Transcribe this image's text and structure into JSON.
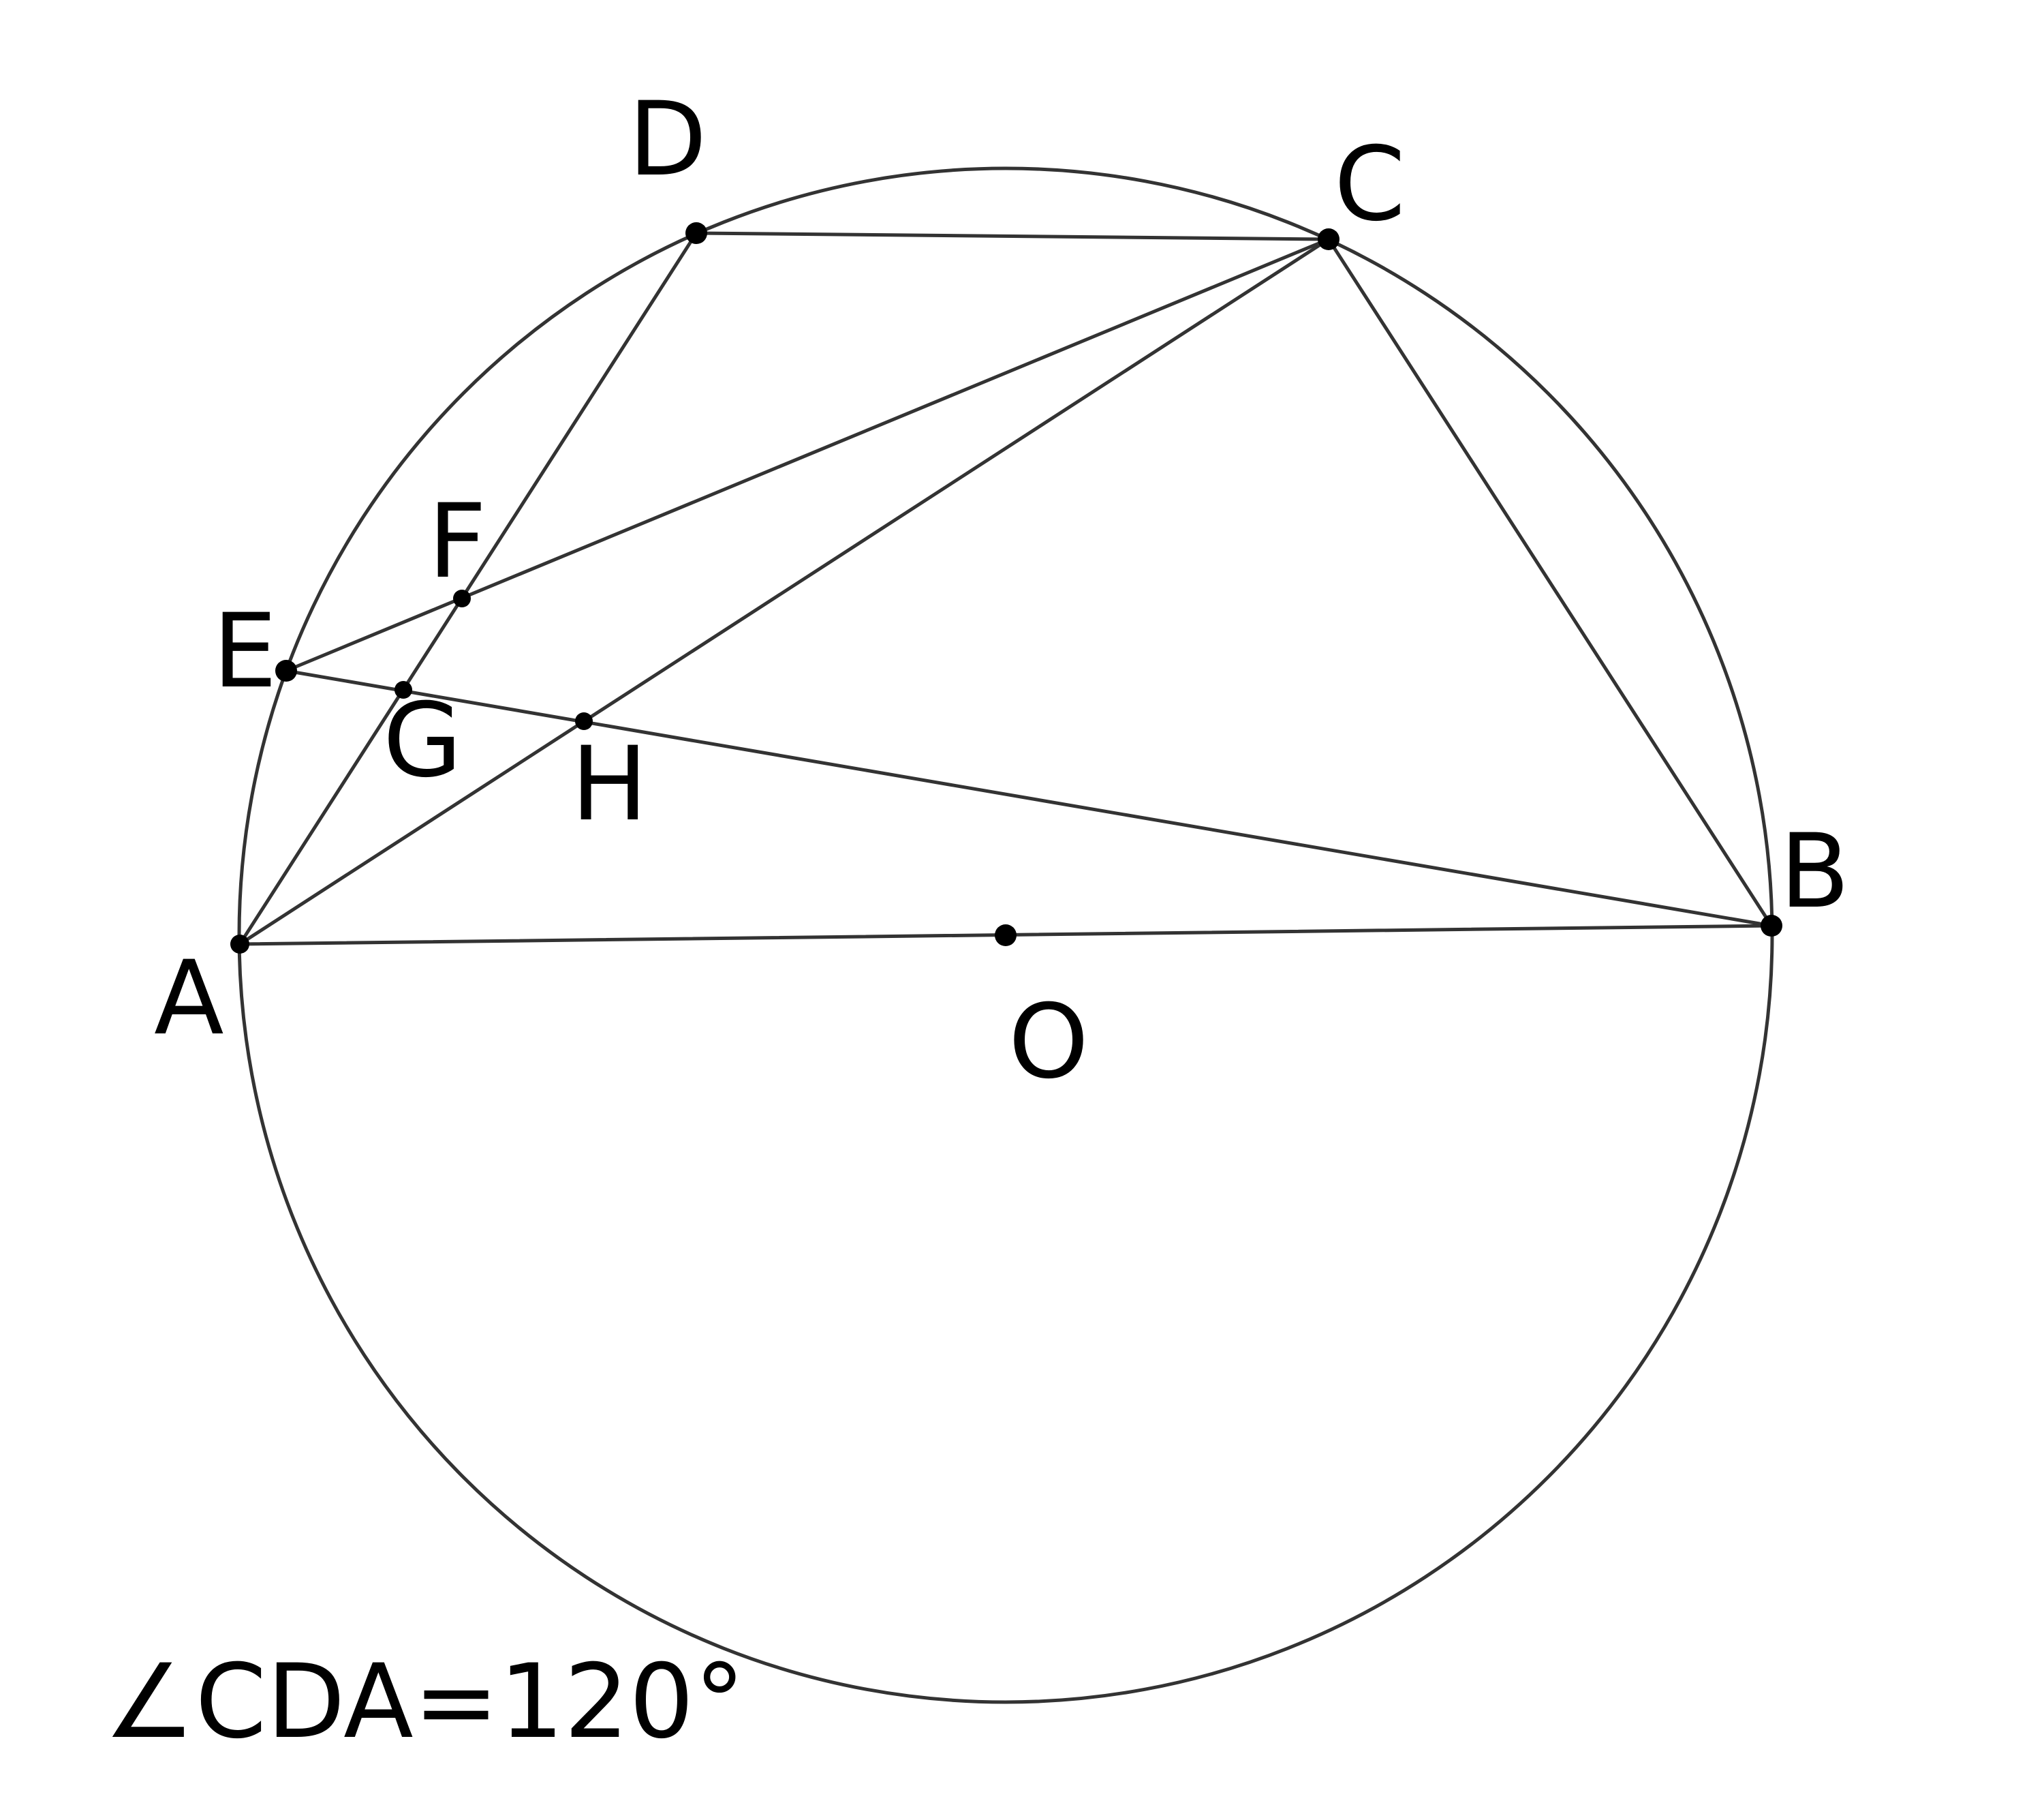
{
  "diagram": {
    "points": {
      "A": "A",
      "B": "B",
      "C": "C",
      "D": "D",
      "E": "E",
      "F": "F",
      "G": "G",
      "H": "H",
      "O": "O"
    },
    "annotation": "∠CDA=120°"
  },
  "colors": {
    "line": "#333333",
    "point": "#000000",
    "background": "#ffffff"
  }
}
